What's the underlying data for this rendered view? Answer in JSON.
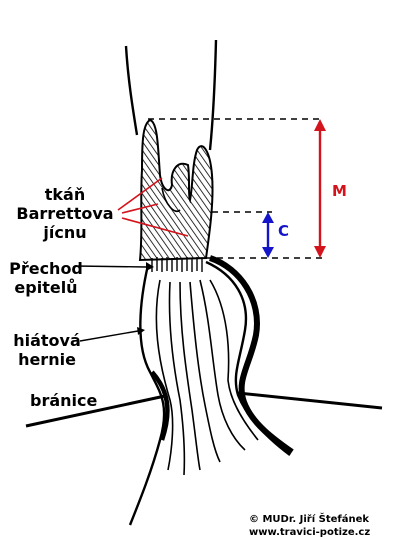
{
  "labels": {
    "barrett_line1": "tkáň",
    "barrett_line2": "Barrettova",
    "barrett_line3": "jícnu",
    "transition_line1": "Přechod",
    "transition_line2": "epitelů",
    "hernia_line1": "hiátová",
    "hernia_line2": "hernie",
    "diaphragm": "bránice"
  },
  "dimensions": {
    "m_label": "M",
    "c_label": "C",
    "m_color": "#d4141c",
    "c_color": "#1414c8"
  },
  "credit": {
    "line1": "© MUDr. Jiří Štefánek",
    "line2": "www.travici-potize.cz"
  },
  "colors": {
    "pointer_red": "#d4141c",
    "ink": "#000000"
  }
}
